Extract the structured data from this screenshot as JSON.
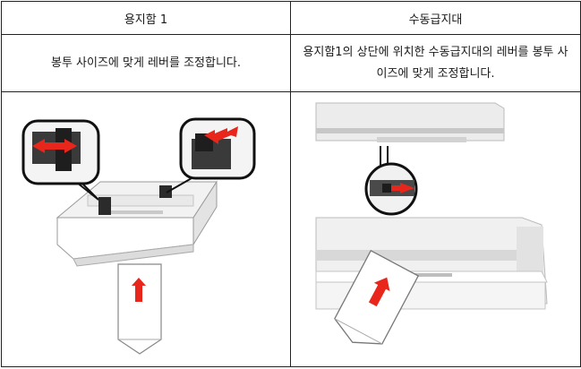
{
  "table": {
    "headers": [
      "용지함 1",
      "수동급지대"
    ],
    "instructions": [
      "봉투 사이즈에 맞게 레버를 조정합니다.",
      "용지함1의 상단에 위치한 수동급지대의 레버를 봉투 사이즈에 맞게 조정합니다."
    ]
  },
  "colors": {
    "border": "#222222",
    "arrow": "#e8261c",
    "printer_gray": "#e6e6e6",
    "dark": "#2b2b2b"
  },
  "illustrations": [
    {
      "name": "tray1-envelope-guides",
      "icons": [
        "magnifier-callout",
        "red-arrow",
        "envelope-icon"
      ]
    },
    {
      "name": "manual-feeder-envelope",
      "icons": [
        "magnifier-callout",
        "red-arrow",
        "envelope-icon"
      ]
    }
  ]
}
